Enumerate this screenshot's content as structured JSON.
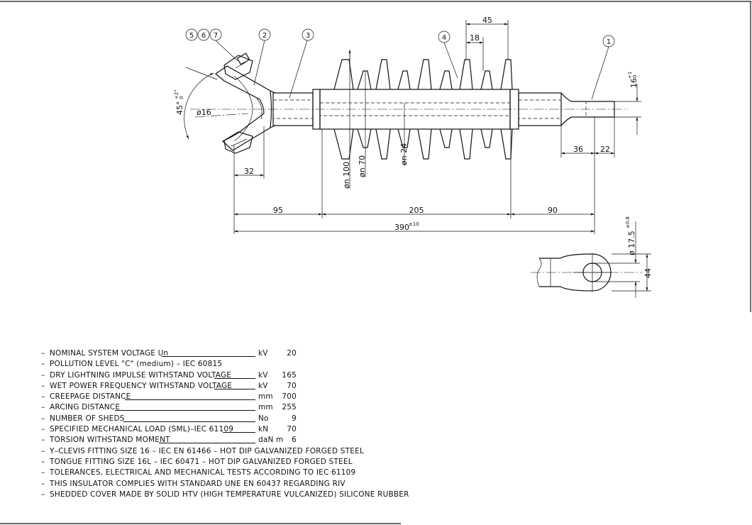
{
  "drawing": {
    "balloons": [
      "1",
      "2",
      "3",
      "4",
      "5",
      "6",
      "7"
    ],
    "dimensions": {
      "d45": "45",
      "d18": "18",
      "d16_shank": "16",
      "d16_shank_tol_upper": "+1",
      "d16_shank_tol_lower": "0",
      "angle": "45°",
      "angle_tol": "+2°",
      "angle_tol_lower": "0",
      "pin": "ø16",
      "d32": "32",
      "shed_100": "øn 100",
      "shed_70": "øn 70",
      "core_24": "øn 24",
      "d36": "36",
      "d22": "22",
      "d95": "95",
      "d205": "205",
      "d90": "90",
      "total": "390",
      "total_tol": "±10",
      "hole": "ø 17.5",
      "hole_tol": "±0.8",
      "d44": "44"
    }
  },
  "specs": [
    {
      "label": "NOMINAL SYSTEM VOLTAGE Un",
      "unit": "kV",
      "value": "20"
    },
    {
      "label": "POLLUTION LEVEL \"C\" (medium) – IEC 60815",
      "unit": "",
      "value": ""
    },
    {
      "label": "DRY LIGHTNING IMPULSE WITHSTAND VOLTAGE",
      "unit": "kV",
      "value": "165"
    },
    {
      "label": "WET POWER FREQUENCY WITHSTAND VOLTAGE",
      "unit": "kV",
      "value": "70"
    },
    {
      "label": "CREEPAGE DISTANCE",
      "unit": "mm",
      "value": "700"
    },
    {
      "label": "ARCING DISTANCE",
      "unit": "mm",
      "value": "255"
    },
    {
      "label": "NUMBER OF SHEDS",
      "unit": "No",
      "value": "9"
    },
    {
      "label": "SPECIFIED MECHANICAL LOAD (SML)–IEC 61109",
      "unit": "kN",
      "value": "70"
    },
    {
      "label": "TORSION WITHSTAND MOMENT",
      "unit": "daN m",
      "value": "6"
    },
    {
      "label": "Y–CLEVIS FITTING SIZE 16 – IEC EN 61466 – HOT DIP GALVANIZED FORGED STEEL",
      "unit": "",
      "value": ""
    },
    {
      "label": "TONGUE FITTING SIZE 16L – IEC 60471 – HOT DIP GALVANIZED FORGED STEEL",
      "unit": "",
      "value": ""
    },
    {
      "label": "TOLERANCES, ELECTRICAL AND MECHANICAL TESTS ACCORDING TO IEC 61109",
      "unit": "",
      "value": ""
    },
    {
      "label": "THIS INSULATOR COMPLIES WITH STANDARD UNE EN 60437 REGARDING RIV",
      "unit": "",
      "value": ""
    },
    {
      "label": "SHEDDED COVER MADE BY SOLID HTV (HIGH TEMPERATURE VULCANIZED) SILICONE RUBBER",
      "unit": "",
      "value": ""
    }
  ]
}
